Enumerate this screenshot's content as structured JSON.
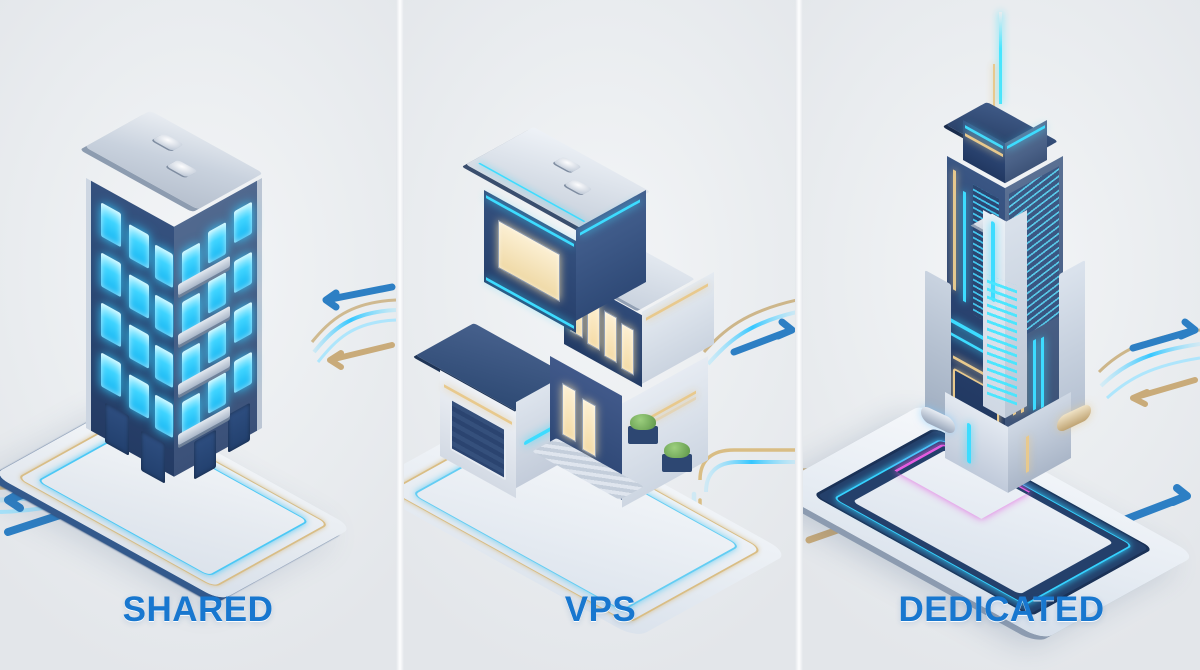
{
  "meta": {
    "subject": "hosting-types-comparison-illustration",
    "style": "isometric 3d render",
    "background_color": "#e9ebee"
  },
  "theme": {
    "label_color": "#1877cf",
    "neon_cyan": "#3ddcff",
    "neon_magenta": "#e45ce0",
    "gold_trace": "#d9bd84",
    "arrow_blue": "#2d7fc4",
    "arrow_gold": "#c9ab7a",
    "navy": "#24406b",
    "platform_light": "#eef2f7"
  },
  "panels": [
    {
      "id": "shared",
      "label": "SHARED",
      "building": "multi-storey apartment block",
      "icons": {
        "roof_unit_a": "ac-unit-icon",
        "roof_unit_b": "ac-unit-icon"
      },
      "floors": 5,
      "window_glow": "cyan",
      "traffic_arrows": [
        {
          "direction": "outbound-left",
          "color": "#2d7fc4"
        },
        {
          "direction": "outbound-left",
          "color": "#c9ab7a"
        },
        {
          "direction": "inbound-right",
          "color": "#2d7fc4"
        },
        {
          "direction": "inbound-right",
          "color": "#c9ab7a"
        }
      ]
    },
    {
      "id": "vps",
      "label": "VPS",
      "building": "two storey modern villa with garage",
      "window_glow": "warm amber",
      "features": [
        "garage door",
        "entry stairs",
        "planter boxes",
        "cantilevered upper floor"
      ],
      "traffic_arrows": [
        {
          "direction": "outbound-left",
          "color": "#2d7fc4"
        },
        {
          "direction": "inbound-right",
          "color": "#2d7fc4"
        }
      ]
    },
    {
      "id": "dedicated",
      "label": "DEDICATED",
      "building": "neon server skyscraper with spire",
      "window_glow": "cyan + gold",
      "features": [
        "antenna spire",
        "server rack louvers",
        "magenta neon base",
        "data cable ports"
      ],
      "traffic_arrows": [
        {
          "direction": "inbound-left",
          "color": "#2d7fc4"
        },
        {
          "direction": "outbound-right",
          "color": "#c9ab7a"
        },
        {
          "direction": "inbound-right",
          "color": "#2d7fc4"
        },
        {
          "direction": "inbound-right",
          "color": "#c9ab7a"
        }
      ],
      "decor": {
        "sparkle": "sparkle-icon"
      }
    }
  ]
}
